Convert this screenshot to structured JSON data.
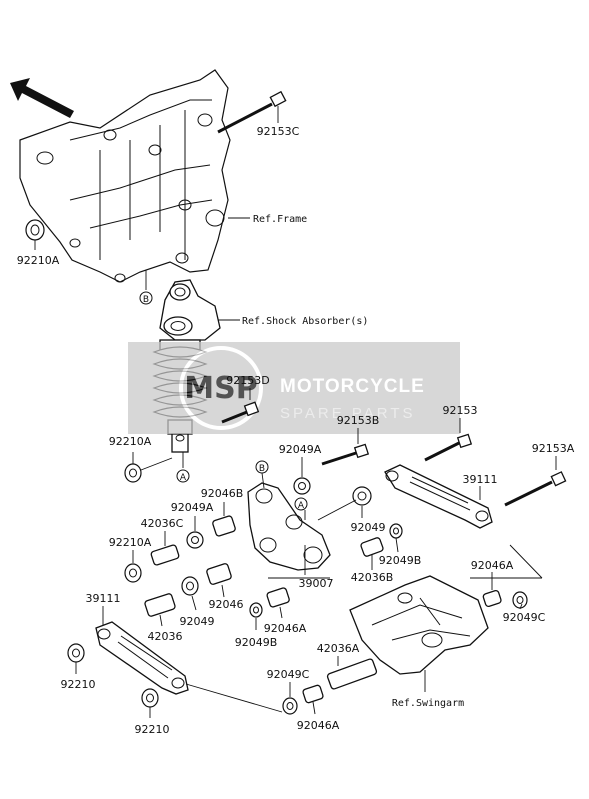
{
  "diagram": {
    "references": {
      "frame": "Ref.Frame",
      "shock": "Ref.Shock Absorber(s)",
      "swingarm": "Ref.Swingarm"
    },
    "callouts": {
      "A_top": "A",
      "B_top": "B",
      "A_link": "A",
      "B_link": "B"
    },
    "parts": {
      "p92153C": "92153C",
      "p92210A_top": "92210A",
      "p92153D": "92153D",
      "p92210A_mid": "92210A",
      "p92153B": "92153B",
      "p92153": "92153",
      "p92153A": "92153A",
      "p92049A_upper": "92049A",
      "p92046B": "92046B",
      "p92049A_lower": "92049A",
      "p42036C": "42036C",
      "p92210A_low": "92210A",
      "p39111_right": "39111",
      "p92049_right": "92049",
      "p92049B_right": "92049B",
      "p42036B": "42036B",
      "p39007": "39007",
      "p92046": "92046",
      "p92049_mid": "92049",
      "p92046A_mid": "92046A",
      "p92049B_mid": "92049B",
      "p42036": "42036",
      "p39111_left": "39111",
      "p92210_left": "92210",
      "p92210_bottom": "92210",
      "p92046A_right": "92046A",
      "p92049C_right": "92049C",
      "p42036A": "42036A",
      "p92049C_bottom": "92049C",
      "p92046A_bottom": "92046A"
    }
  },
  "watermark": {
    "brand": "MOTORCYCLE",
    "sub": "SPARE PARTS",
    "logo": "MSP"
  }
}
